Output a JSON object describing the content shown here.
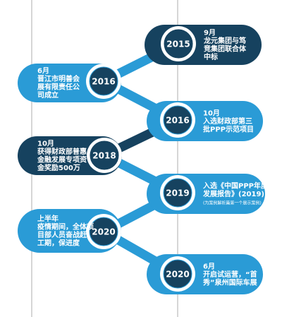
{
  "colors": {
    "dark_navy": "#16425f",
    "light_blue": "#2a9bd6",
    "ring_fill": "#ffffff",
    "axis_gray": "#c8c8c8"
  },
  "timeline": [
    {
      "side": "right",
      "theme": "dark",
      "year": "2015",
      "lines": [
        "9月",
        "龙元集团与笃",
        "竞集团联合体",
        "中标"
      ]
    },
    {
      "side": "left",
      "theme": "light",
      "year": "2016",
      "lines": [
        "6月",
        "晋江市明善会",
        "展有限责任公",
        "司成立"
      ]
    },
    {
      "side": "right",
      "theme": "light",
      "year": "2016",
      "lines": [
        "10月",
        "入选财政部第三",
        "批PPP示范项目"
      ]
    },
    {
      "side": "left",
      "theme": "dark",
      "year": "2018",
      "lines": [
        "10月",
        "获得财政部普惠",
        "金融发展专项资",
        "金奖励500万"
      ]
    },
    {
      "side": "right",
      "theme": "light",
      "year": "2019",
      "lines": [
        "入选《中国PPP年度",
        "发展报告》(2019)"
      ],
      "note": "(为案例解析篇第一个展示案例)"
    },
    {
      "side": "left",
      "theme": "light",
      "year": "2020",
      "lines": [
        "上半年",
        "疫情期间，全体项",
        "目部人员奋战赶",
        "工期，保进度"
      ]
    },
    {
      "side": "right",
      "theme": "light",
      "year": "2020",
      "lines": [
        "6月",
        "开启试运营，“首",
        "秀”泉州国际车展"
      ]
    }
  ]
}
